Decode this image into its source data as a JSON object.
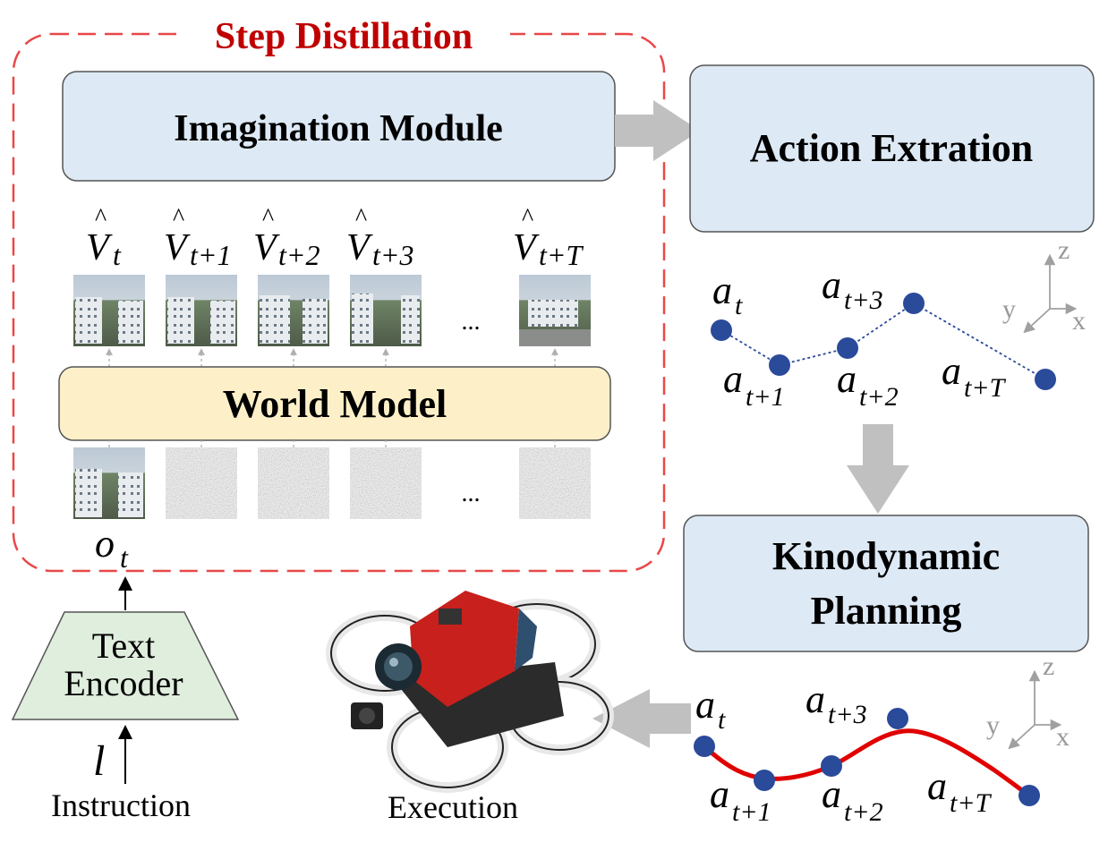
{
  "step_distillation": {
    "title": "Step Distillation"
  },
  "imagination_module": {
    "label": "Imagination Module"
  },
  "world_model": {
    "label": "World Model"
  },
  "action_extraction": {
    "label": "Action Extration"
  },
  "kinodynamic_planning": {
    "line1": "Kinodynamic",
    "line2": "Planning"
  },
  "text_encoder": {
    "line1": "Text",
    "line2": "Encoder"
  },
  "predicted_frames": {
    "symbol": "V",
    "subscripts": [
      "t",
      "t+1",
      "t+2",
      "t+3",
      "t+T"
    ],
    "ellipsis": "..."
  },
  "noise_row": {
    "ellipsis": "..."
  },
  "observation": {
    "symbol": "o",
    "subscript": "t"
  },
  "instruction": {
    "symbol": "l",
    "label": "Instruction"
  },
  "execution": {
    "label": "Execution"
  },
  "waypoints": {
    "symbol": "a",
    "subscripts": [
      "t",
      "t+1",
      "t+2",
      "t+3",
      "t+T"
    ]
  },
  "axes": {
    "x": "x",
    "y": "y",
    "z": "z"
  },
  "colors": {
    "dashed_border": "#e84848",
    "title_red": "#c00000",
    "module_fill": "#dde9f5",
    "world_model_fill": "#fdf0c8",
    "encoder_fill": "#dfeedd",
    "waypoint_blue": "#2a4a9a",
    "trajectory_red": "#e00000",
    "arrow_gray": "#c0c0c0"
  }
}
